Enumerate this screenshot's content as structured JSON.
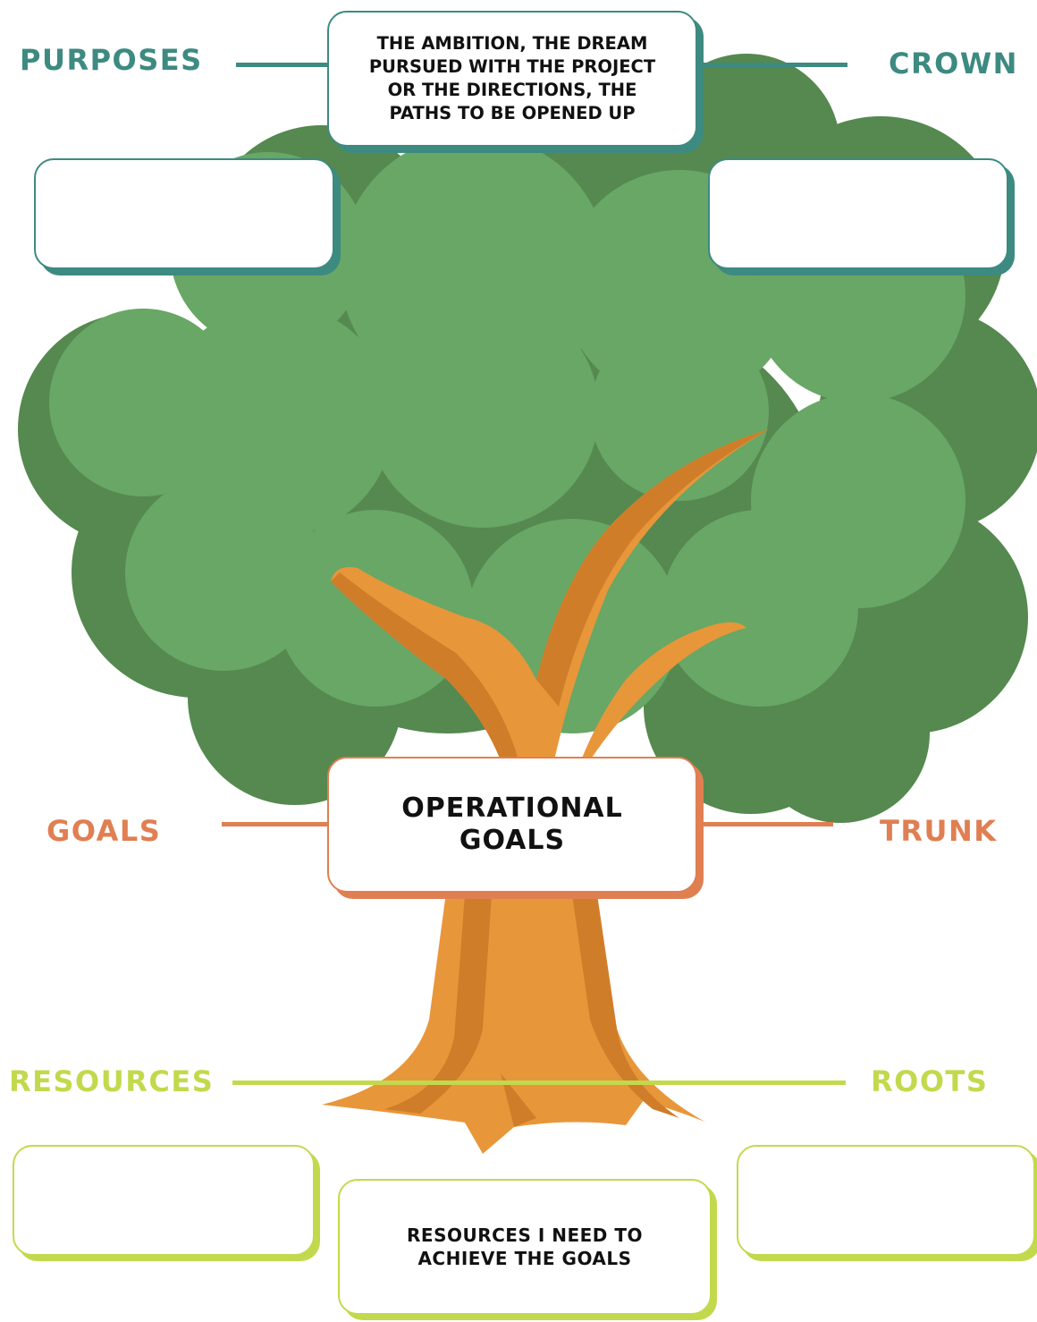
{
  "labels": {
    "purposes": "PURPOSES",
    "crown": "CROWN",
    "goals": "GOALS",
    "trunk": "TRUNK",
    "resources": "RESOURCES",
    "roots": "ROOTS"
  },
  "boxes": {
    "crown_center": "THE AMBITION, THE DREAM\nPURSUED WITH THE PROJECT\nOR THE DIRECTIONS, THE\nPATHS TO BE OPENED UP",
    "purposes_entry": "",
    "crown_entry": "",
    "trunk_center": "OPERATIONAL\nGOALS",
    "resources_left_entry": "",
    "resources_center": "RESOURCES I NEED TO\nACHIEVE THE GOALS",
    "roots_right_entry": ""
  },
  "colors": {
    "crown": "#3d8a81",
    "trunk": "#e07f52",
    "roots": "#c3d94d",
    "foliage_light": "#68a765",
    "foliage_dark": "#55894f",
    "bark_light": "#e8963a",
    "bark_dark": "#d07d2a"
  }
}
